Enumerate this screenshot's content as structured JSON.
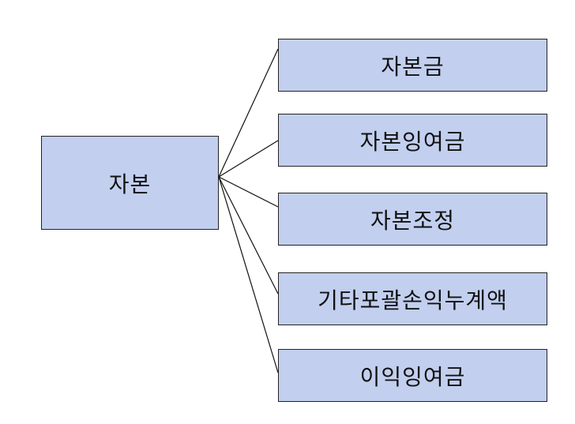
{
  "diagram": {
    "root": {
      "label": "자본"
    },
    "children": [
      {
        "label": "자본금"
      },
      {
        "label": "자본잉여금"
      },
      {
        "label": "자본조정"
      },
      {
        "label": "기타포괄손익누계액"
      },
      {
        "label": "이익잉여금"
      }
    ]
  },
  "colors": {
    "box_fill": "#c2cfee",
    "box_border": "#222222",
    "connector": "#111111",
    "background": "#ffffff"
  }
}
